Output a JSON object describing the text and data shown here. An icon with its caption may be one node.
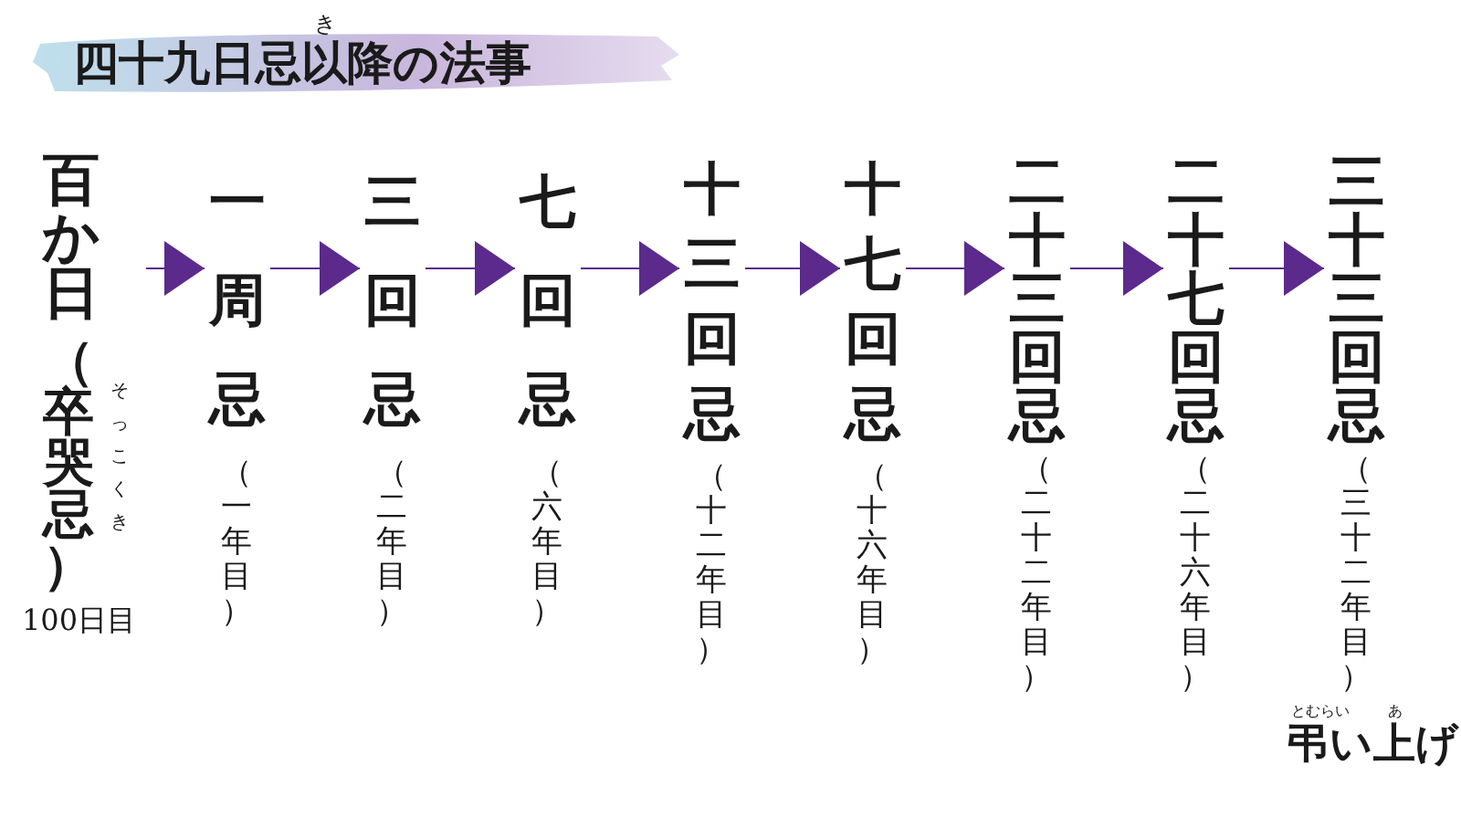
{
  "diagram": {
    "title": "四十九日忌以降の法事",
    "nodes": [
      {
        "text": [
          "百か日",
          "（卒哭忌）",
          "そっこくき"
        ],
        "beside": [
          "100日目"
        ]
      },
      {
        "text": [
          "一周忌",
          "（一年目）"
        ]
      },
      {
        "text": [
          "三回忌",
          "（二年目）"
        ]
      },
      {
        "text": [
          "七回忌",
          "（六年目）"
        ]
      },
      {
        "text": [
          "十三回忌",
          "（十二年目）"
        ]
      },
      {
        "text": [
          "十七回忌",
          "（十六年目）"
        ]
      },
      {
        "text": [
          "二十三回忌",
          "（二十二年目）"
        ]
      },
      {
        "text": [
          "二十七回忌",
          "（二十六年目）"
        ]
      },
      {
        "text": [
          "三十三回忌",
          "（三十二年目）"
        ],
        "beside": [
          "弔い上げ"
        ]
      }
    ],
    "edges": [
      {
        "from": 0,
        "to": 1,
        "arrow": "to"
      },
      {
        "from": 1,
        "to": 2,
        "arrow": "to"
      },
      {
        "from": 2,
        "to": 3,
        "arrow": "to"
      },
      {
        "from": 3,
        "to": 4,
        "arrow": "to"
      },
      {
        "from": 4,
        "to": 5,
        "arrow": "to"
      },
      {
        "from": 5,
        "to": 6,
        "arrow": "to"
      },
      {
        "from": 6,
        "to": 7,
        "arrow": "to"
      },
      {
        "from": 7,
        "to": 8,
        "arrow": "to"
      }
    ],
    "labels": [
      "き",
      "とむらい",
      "あ"
    ]
  }
}
